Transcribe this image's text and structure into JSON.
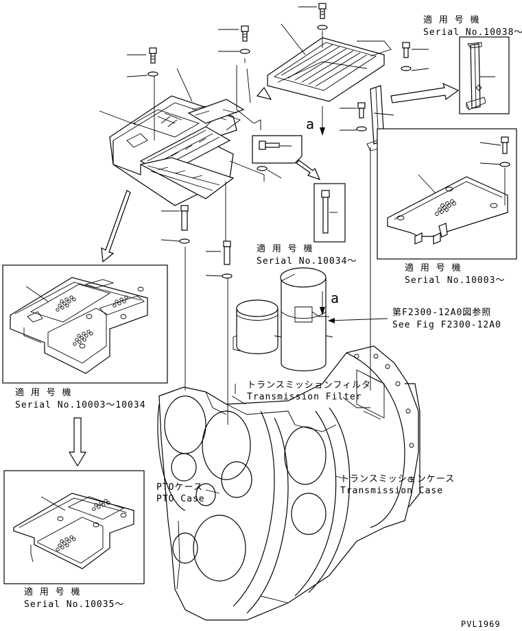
{
  "labels": {
    "serial_top_right_jp": "適 用 号 機",
    "serial_top_right": "Serial No.10038～",
    "serial_right_panel_jp": "適 用 号 機",
    "serial_right_panel": "Serial No.10003～",
    "serial_filter_jp": "適 用 号 機",
    "serial_filter": "Serial No.10034～",
    "serial_left_panel_jp": "適 用 号 機",
    "serial_left_panel": "Serial No.10003～10034",
    "serial_bottom_left_jp": "適 用 号 機",
    "serial_bottom_left": "Serial No.10035～",
    "ref_jp": "第F2300-12A0図参照",
    "ref_en": "See Fig F2300-12A0",
    "filter_jp": "トランスミッションフィルタ",
    "filter_en": "Transmission Filter",
    "pto_jp": "PTOケース",
    "pto_en": "PTO Case",
    "case_jp": "トランスミッションケース",
    "case_en": "Transmission Case",
    "view_a_top": "a",
    "view_a_filter": "a",
    "drawing_code": "PVL1969"
  }
}
